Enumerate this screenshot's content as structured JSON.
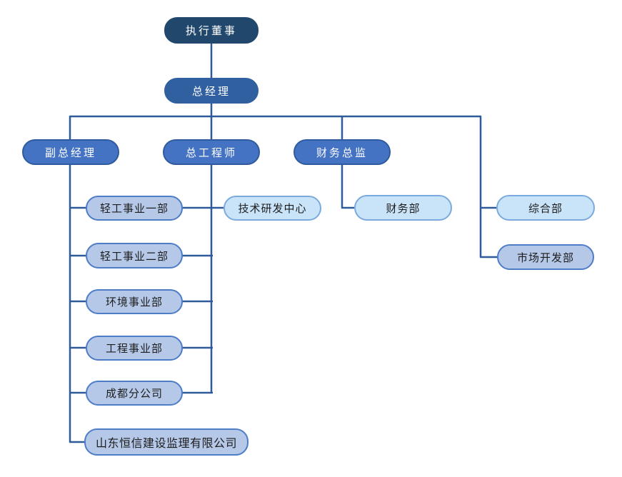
{
  "diagram": {
    "type": "organization-chart",
    "background": "#FFFFFF",
    "colors": {
      "level1_fill": "#21476C",
      "level2_fill": "#30609F",
      "level3_fill": "#4573C3",
      "level3_border": "#2E5B9E",
      "branch_lavender_fill": "#B5C8E8",
      "branch_lavender_border": "#4E7DC8",
      "branch_lightblue_fill": "#C9E3F8",
      "branch_lightblue_border": "#7BAADD",
      "connector_line": "#2F5B9B",
      "text_on_dark": "#FFFFFF",
      "text_on_light": "#1D1D1D"
    },
    "nodes": {
      "executive_director": "执行董事",
      "general_manager": "总经理",
      "deputy_general_manager": "副总经理",
      "chief_engineer": "总工程师",
      "finance_director": "财务总监",
      "light_industry_div1": "轻工事业一部",
      "light_industry_div2": "轻工事业二部",
      "environment_div": "环境事业部",
      "engineering_div": "工程事业部",
      "chengdu_branch": "成都分公司",
      "shandong_hengxin_company": "山东恒信建设监理有限公司",
      "tech_rd_center": "技术研发中心",
      "finance_dept": "财务部",
      "general_affairs_dept": "综合部",
      "market_dev_dept": "市场开发部"
    },
    "edges": [
      [
        "executive_director",
        "general_manager"
      ],
      [
        "general_manager",
        "deputy_general_manager"
      ],
      [
        "general_manager",
        "chief_engineer"
      ],
      [
        "general_manager",
        "finance_director"
      ],
      [
        "general_manager",
        "general_affairs_dept"
      ],
      [
        "general_manager",
        "market_dev_dept"
      ],
      [
        "deputy_general_manager",
        "light_industry_div1"
      ],
      [
        "deputy_general_manager",
        "light_industry_div2"
      ],
      [
        "deputy_general_manager",
        "environment_div"
      ],
      [
        "deputy_general_manager",
        "engineering_div"
      ],
      [
        "deputy_general_manager",
        "chengdu_branch"
      ],
      [
        "deputy_general_manager",
        "shandong_hengxin_company"
      ],
      [
        "chief_engineer",
        "tech_rd_center"
      ],
      [
        "chief_engineer",
        "light_industry_div1"
      ],
      [
        "chief_engineer",
        "light_industry_div2"
      ],
      [
        "chief_engineer",
        "environment_div"
      ],
      [
        "chief_engineer",
        "engineering_div"
      ],
      [
        "chief_engineer",
        "chengdu_branch"
      ],
      [
        "finance_director",
        "finance_dept"
      ]
    ]
  }
}
